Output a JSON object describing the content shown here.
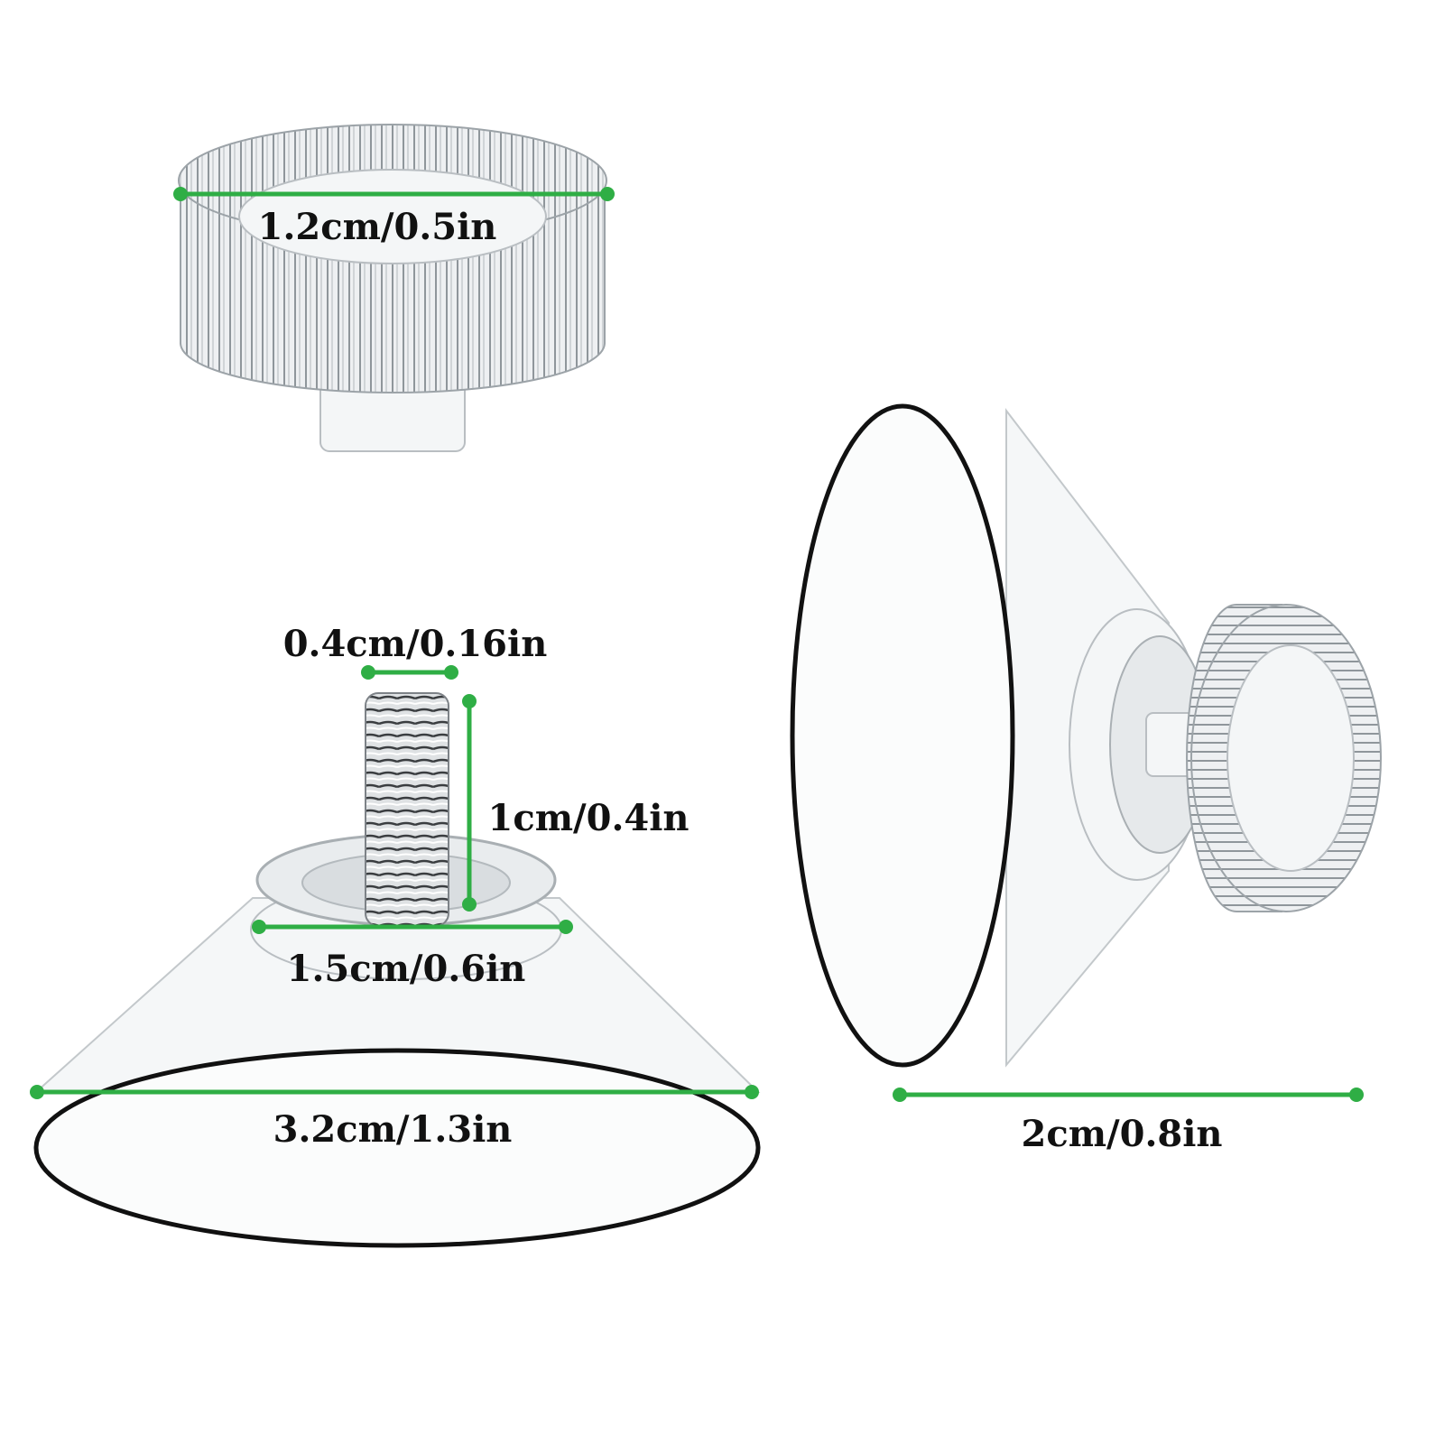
{
  "colors": {
    "dimension_line": "#2fae45",
    "outline": "#111111",
    "background": "#ffffff"
  },
  "labels": {
    "knob_diameter": "1.2cm/0.5in",
    "screw_diameter": "0.4cm/0.16in",
    "screw_length": "1cm/0.4in",
    "flange_diameter": "1.5cm/0.6in",
    "cup_diameter": "3.2cm/1.3in",
    "cup_depth": "2cm/0.8in"
  }
}
